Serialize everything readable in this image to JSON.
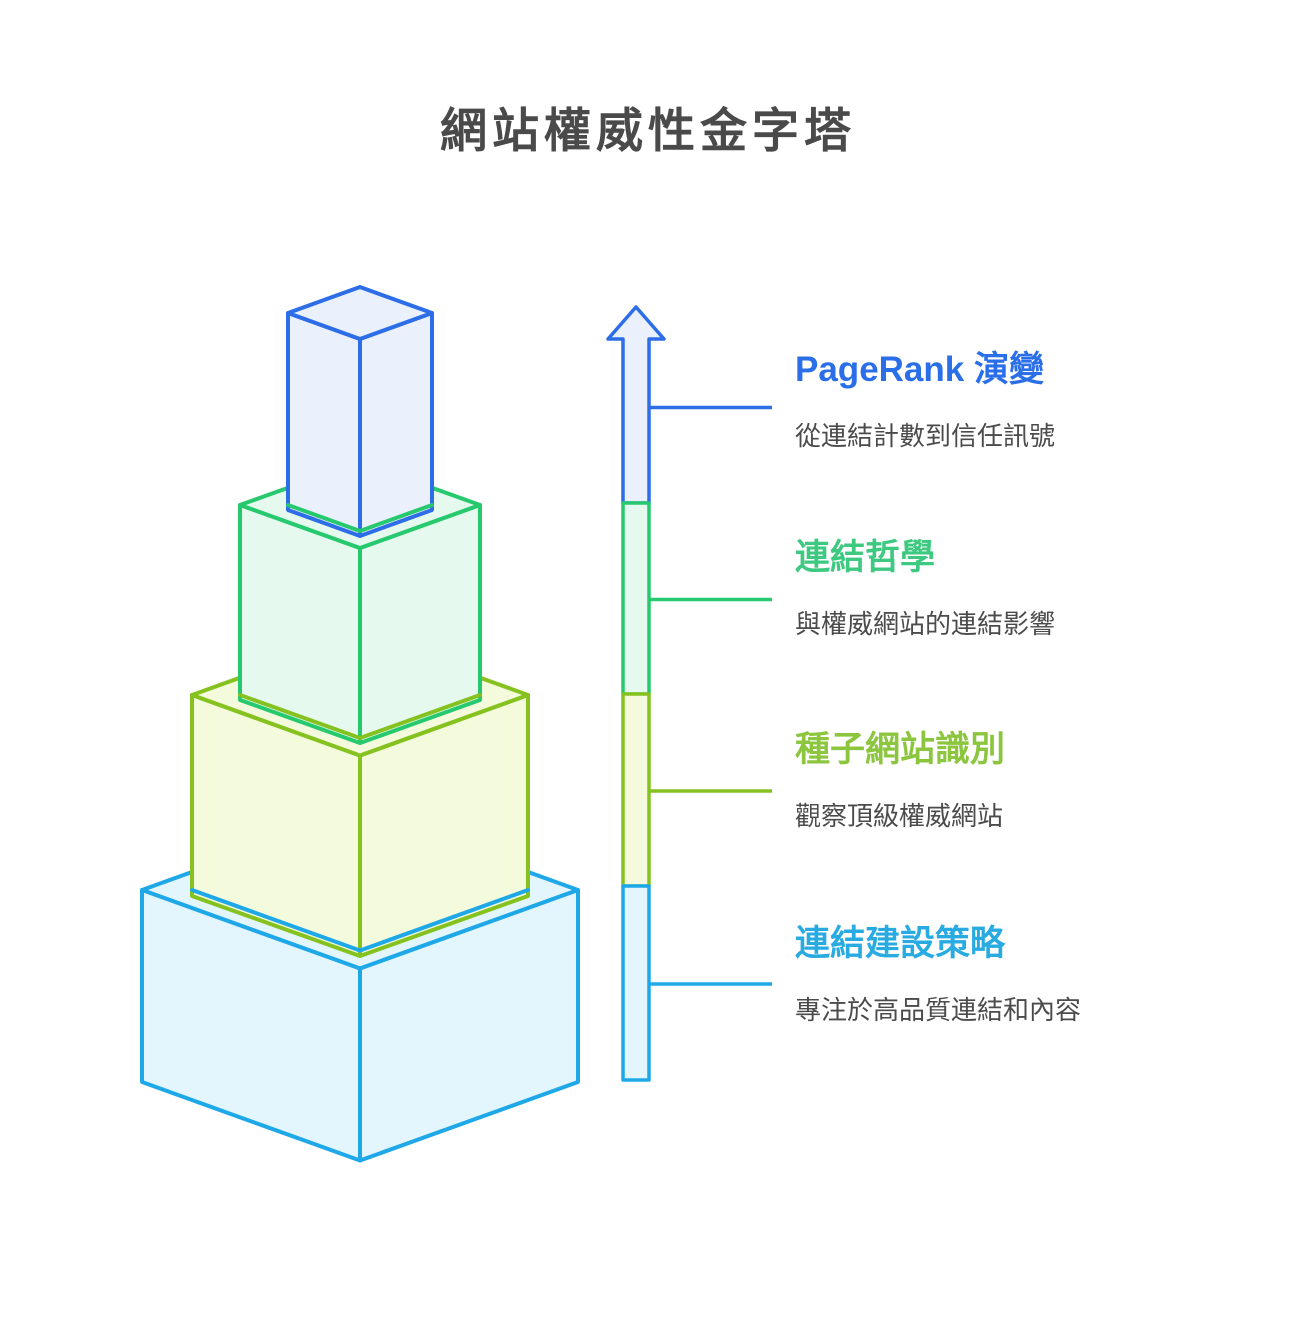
{
  "page_title": "網站權威性金字塔",
  "colors": {
    "heading_text": "#4a4a4a",
    "desc_text": "#4b4b4b",
    "blue": "#2d6ee8",
    "blue_text": "#2b6fe8",
    "blue_fill": "#eaf1fc",
    "green": "#27c96f",
    "green_text": "#3ec981",
    "green_fill": "#e6f9ef",
    "lime": "#85c220",
    "lime_text": "#8cc63f",
    "lime_fill": "#f4fbdc",
    "cyan": "#1fa8e8",
    "cyan_text": "#29abe2",
    "cyan_fill": "#e4f6fd"
  },
  "levels": [
    {
      "title": "PageRank 演變",
      "desc": "從連結計數到信任訊號"
    },
    {
      "title": "連結哲學",
      "desc": "與權威網站的連結影響"
    },
    {
      "title": "種子網站識別",
      "desc": "觀察頂級權威網站"
    },
    {
      "title": "連結建設策略",
      "desc": "專注於高品質連結和內容"
    }
  ]
}
